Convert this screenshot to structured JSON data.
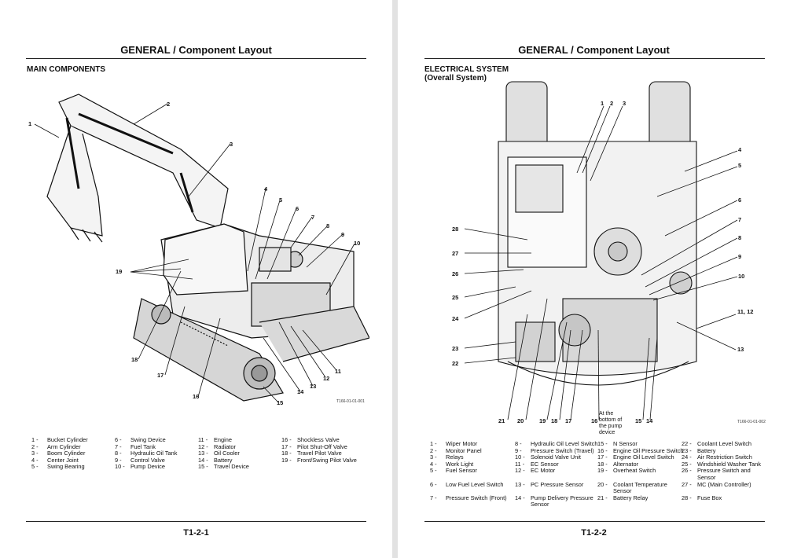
{
  "left_page": {
    "header_title": "GENERAL / Component Layout",
    "section_title": "MAIN COMPONENTS",
    "figure_number": "T166-01-01-001",
    "callouts": [
      "1",
      "2",
      "3",
      "4",
      "5",
      "6",
      "7",
      "8",
      "9",
      "10",
      "11",
      "12",
      "13",
      "14",
      "15",
      "16",
      "17",
      "18",
      "19"
    ],
    "legend_columns": [
      [
        {
          "num": "1 -",
          "text": "Bucket Cylinder"
        },
        {
          "num": "2 -",
          "text": "Arm Cylinder"
        },
        {
          "num": "3 -",
          "text": "Boom Cylinder"
        },
        {
          "num": "4 -",
          "text": "Center Joint"
        },
        {
          "num": "5 -",
          "text": "Swing Bearing"
        }
      ],
      [
        {
          "num": "6 -",
          "text": "Swing Device"
        },
        {
          "num": "7 -",
          "text": "Fuel Tank"
        },
        {
          "num": "8 -",
          "text": "Hydraulic Oil Tank"
        },
        {
          "num": "9 -",
          "text": "Control Valve"
        },
        {
          "num": "10 -",
          "text": "Pump Device"
        }
      ],
      [
        {
          "num": "11 -",
          "text": "Engine"
        },
        {
          "num": "12 -",
          "text": "Radiator"
        },
        {
          "num": "13 -",
          "text": "Oil Cooler"
        },
        {
          "num": "14 -",
          "text": "Battery"
        },
        {
          "num": "15 -",
          "text": "Travel Device"
        }
      ],
      [
        {
          "num": "16 -",
          "text": "Shockless Valve"
        },
        {
          "num": "17 -",
          "text": "Pilot Shut-Off Valve"
        },
        {
          "num": "18 -",
          "text": "Travel Pilot Valve"
        },
        {
          "num": "19 -",
          "text": "Front/Swing Pilot Valve"
        }
      ]
    ],
    "page_number": "T1-2-1"
  },
  "right_page": {
    "header_title": "GENERAL / Component Layout",
    "section_title_line1": "ELECTRICAL SYSTEM",
    "section_title_line2": "(Overall System)",
    "figure_number": "T166-01-01-002",
    "figure_note": "At the bottom of the pump device",
    "callouts": [
      "1",
      "2",
      "3",
      "4",
      "5",
      "6",
      "7",
      "8",
      "9",
      "10",
      "11, 12",
      "13",
      "14",
      "15",
      "16",
      "17",
      "18",
      "19",
      "20",
      "21",
      "22",
      "23",
      "24",
      "25",
      "26",
      "27",
      "28"
    ],
    "legend_columns": [
      [
        {
          "num": "1 -",
          "text": "Wiper Motor"
        },
        {
          "num": "2 -",
          "text": "Monitor Panel"
        },
        {
          "num": "3 -",
          "text": "Relays"
        },
        {
          "num": "4 -",
          "text": "Work Light"
        },
        {
          "num": "5 -",
          "text": "Fuel Sensor"
        },
        {
          "num": "",
          "text": ""
        },
        {
          "num": "6 -",
          "text": "Low Fuel Level Switch"
        },
        {
          "num": "",
          "text": ""
        },
        {
          "num": "7 -",
          "text": "Pressure Switch (Front)"
        }
      ],
      [
        {
          "num": "8 -",
          "text": "Hydraulic Oil Level Switch"
        },
        {
          "num": "9 -",
          "text": "Pressure Switch (Travel)"
        },
        {
          "num": "10 -",
          "text": "Solenoid Valve Unit"
        },
        {
          "num": "11 -",
          "text": "EC Sensor"
        },
        {
          "num": "12 -",
          "text": "EC Motor"
        },
        {
          "num": "",
          "text": ""
        },
        {
          "num": "13 -",
          "text": "PC Pressure Sensor"
        },
        {
          "num": "",
          "text": ""
        },
        {
          "num": "14 -",
          "text": "Pump Delivery Pressure"
        },
        {
          "num": "",
          "text": "Sensor"
        }
      ],
      [
        {
          "num": "15 -",
          "text": "N Sensor"
        },
        {
          "num": "16 -",
          "text": "Engine Oil Pressure Switch"
        },
        {
          "num": "17 -",
          "text": "Engine Oil Level Switch"
        },
        {
          "num": "18 -",
          "text": "Alternator"
        },
        {
          "num": "19 -",
          "text": "Overheat Switch"
        },
        {
          "num": "",
          "text": ""
        },
        {
          "num": "20 -",
          "text": "Coolant Temperature"
        },
        {
          "num": "",
          "text": "Sensor"
        },
        {
          "num": "21 -",
          "text": "Battery Relay"
        }
      ],
      [
        {
          "num": "22 -",
          "text": "Coolant Level Switch"
        },
        {
          "num": "23 -",
          "text": "Battery"
        },
        {
          "num": "24 -",
          "text": "Air Restriction Switch"
        },
        {
          "num": "25 -",
          "text": "Windshield Washer Tank"
        },
        {
          "num": "26 -",
          "text": "Pressure Switch and"
        },
        {
          "num": "",
          "text": "Sensor"
        },
        {
          "num": "27 -",
          "text": "MC (Main Controller)"
        },
        {
          "num": "",
          "text": ""
        },
        {
          "num": "28 -",
          "text": "Fuse Box"
        }
      ]
    ],
    "page_number": "T1-2-2"
  }
}
